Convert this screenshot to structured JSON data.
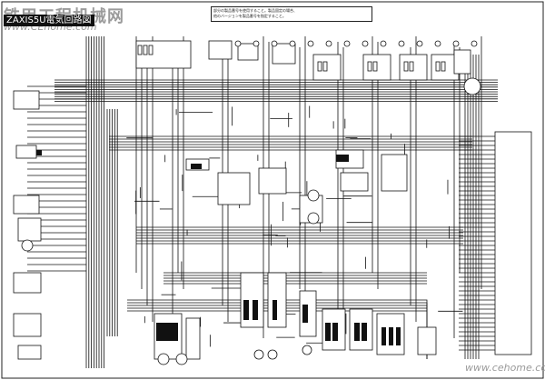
{
  "watermark": {
    "top_brand": "铁甲工程机械网",
    "url": "www.CEhome.com",
    "bottom_url": "www.cehome.com"
  },
  "diagram": {
    "title": "ZAXIS5U電気回路図",
    "subtitle": "",
    "notes": [
      "部分の製品番号を使用すること。製品固定の場合、",
      "他のバージョンを製品番号を指定すること。"
    ]
  }
}
